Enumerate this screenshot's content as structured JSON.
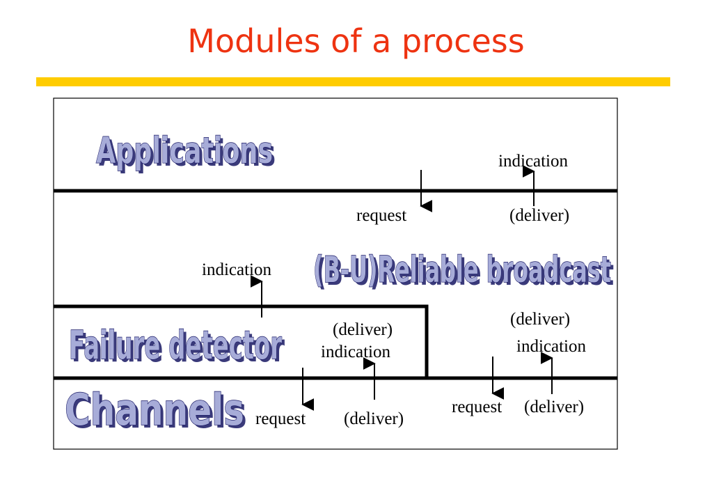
{
  "title": "Modules of a process",
  "colors": {
    "title": "#ee3311",
    "rule": "#ffcc00",
    "module_fill": "#a7acd8",
    "module_outline": "#1a1a66"
  },
  "modules": {
    "applications": "Applications",
    "reliable_broadcast": "(B-U)Reliable broadcast",
    "failure_detector": "Failure detector",
    "channels": "Channels"
  },
  "labels": {
    "app_indication": "indication",
    "rb_request": "request",
    "rb_deliver_top": "(deliver)",
    "rb_indication_left": "indication",
    "fd_deliver": "(deliver)",
    "fd_indication": "indication",
    "ch_request_left": "request",
    "ch_deliver_left": "(deliver)",
    "rb_deliver_right": "(deliver)",
    "rb_indication_right": "indication",
    "ch_request_right": "request",
    "ch_deliver_right": "(deliver)"
  }
}
